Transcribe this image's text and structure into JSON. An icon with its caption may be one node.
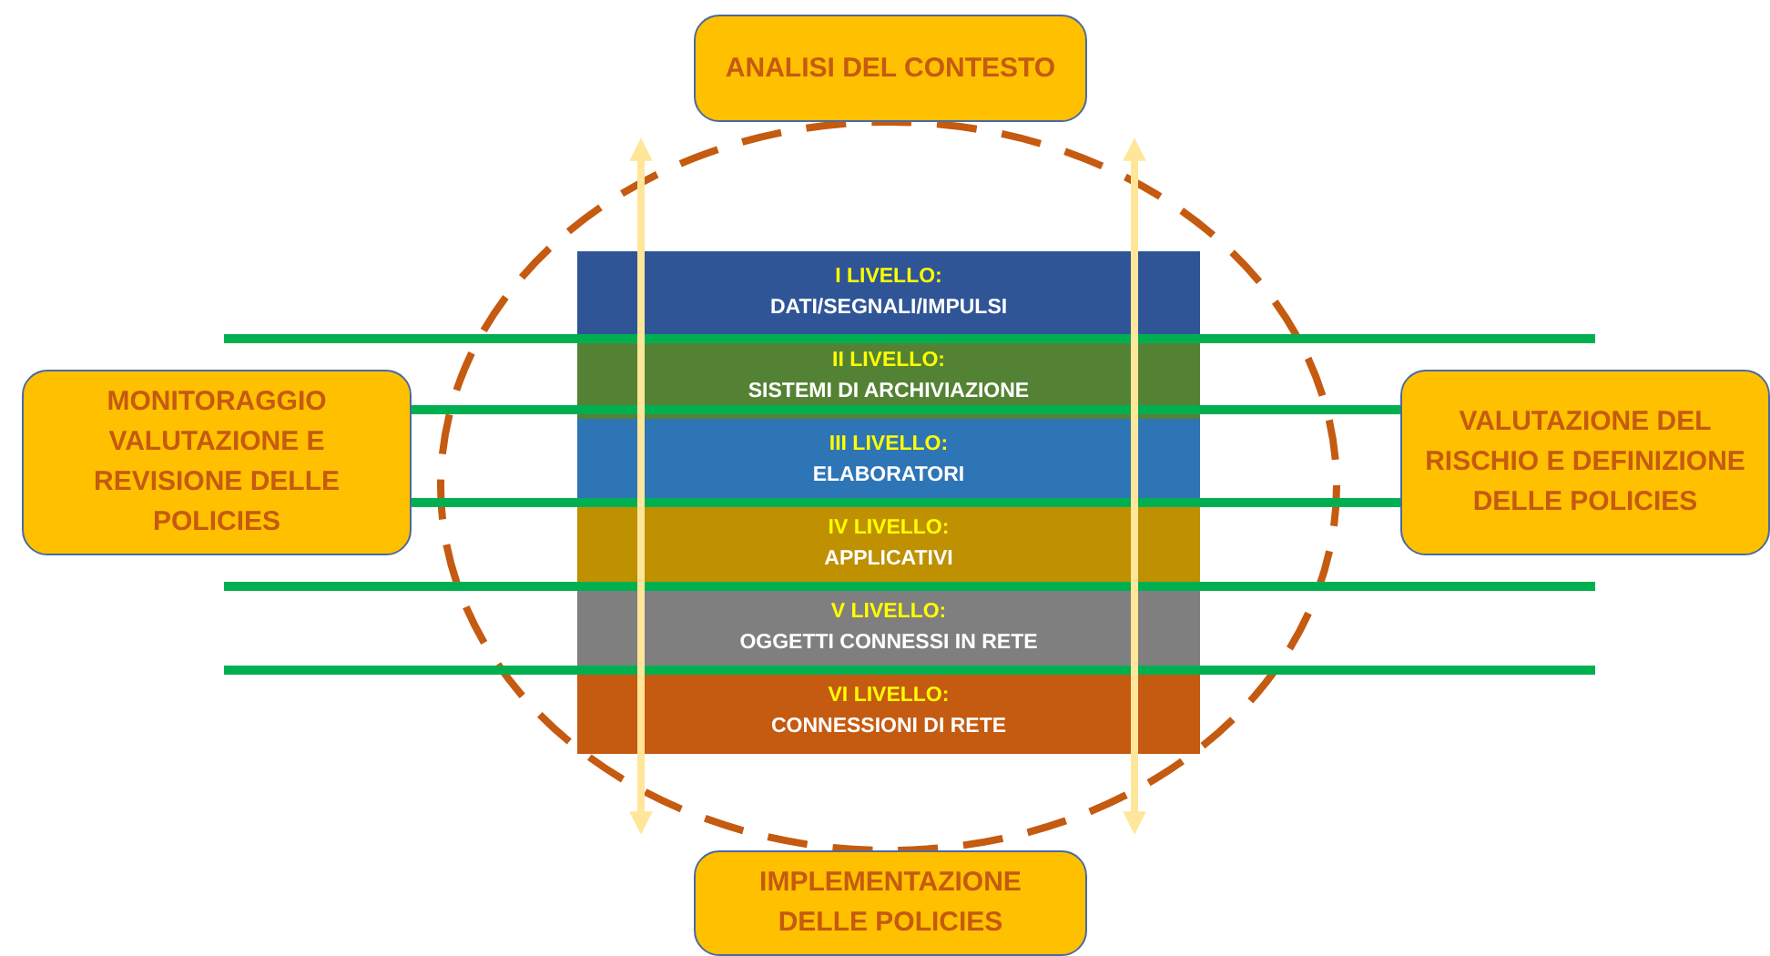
{
  "diagram": {
    "nodes": [
      {
        "text": [
          "ANALISI DEL CONTESTO"
        ]
      },
      {
        "text": [
          "MONITORAGGIO VALUTAZIONE E REVISIONE DELLE POLICIES"
        ]
      },
      {
        "text": [
          "I LIVELLO:",
          "DATI/SEGNALI/IMPULSI"
        ]
      },
      {
        "text": [
          "II LIVELLO:",
          "SISTEMI DI ARCHIVIAZIONE"
        ]
      },
      {
        "text": [
          "III LIVELLO:",
          "ELABORATORI"
        ]
      },
      {
        "text": [
          "IV LIVELLO:",
          "APPLICATIVI"
        ]
      },
      {
        "text": [
          "V LIVELLO:",
          "OGGETTI CONNESSI IN RETE"
        ]
      },
      {
        "text": [
          "VI LIVELLO:",
          "CONNESSIONI DI RETE"
        ]
      },
      {
        "text": [
          "VALUTAZIONE DEL RISCHIO E DEFINIZIONE DELLE POLICIES"
        ]
      },
      {
        "text": [
          "IMPLEMENTAZIONE DELLE POLICIES"
        ]
      }
    ]
  }
}
